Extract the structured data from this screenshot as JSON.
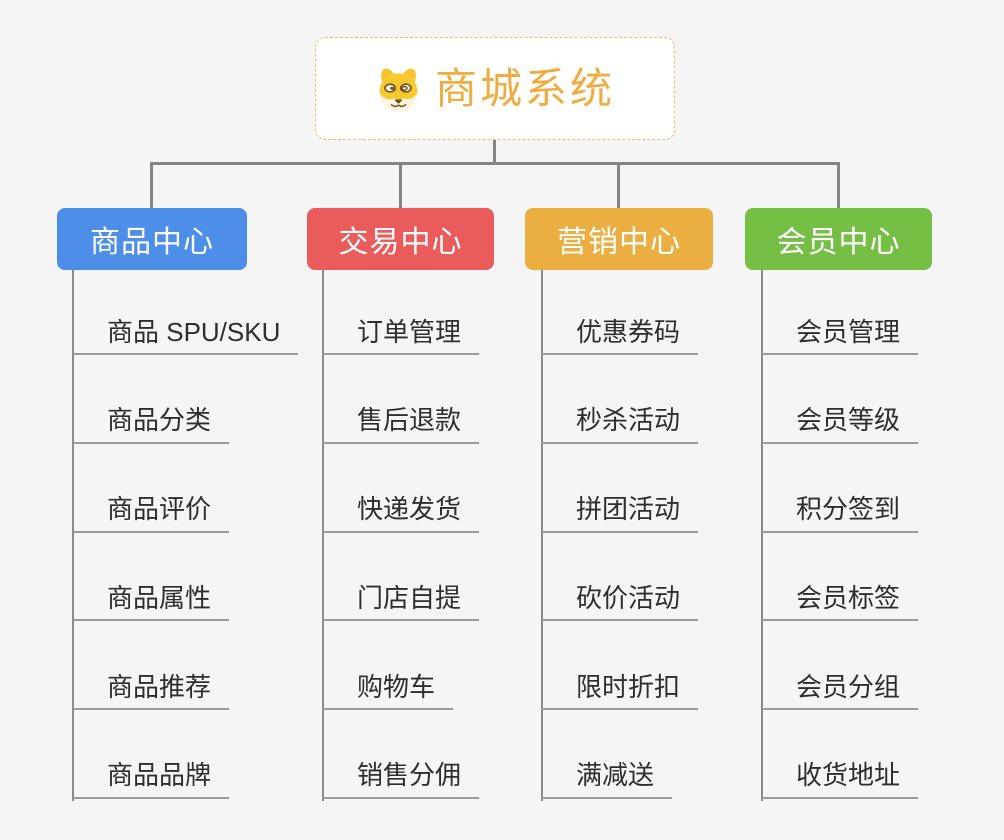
{
  "root": {
    "title": "商城系统",
    "icon": "doge-icon"
  },
  "branches": [
    {
      "title": "商品中心",
      "color": "#4d8fe8",
      "items": [
        "商品 SPU/SKU",
        "商品分类",
        "商品评价",
        "商品属性",
        "商品推荐",
        "商品品牌"
      ]
    },
    {
      "title": "交易中心",
      "color": "#e95c5b",
      "items": [
        "订单管理",
        "售后退款",
        "快递发货",
        "门店自提",
        "购物车",
        "销售分佣"
      ]
    },
    {
      "title": "营销中心",
      "color": "#ebae40",
      "items": [
        "优惠券码",
        "秒杀活动",
        "拼团活动",
        "砍价活动",
        "限时折扣",
        "满减送"
      ]
    },
    {
      "title": "会员中心",
      "color": "#74bf44",
      "items": [
        "会员管理",
        "会员等级",
        "积分签到",
        "会员标签",
        "会员分组",
        "收货地址"
      ]
    }
  ],
  "palette": {
    "background": "#f5f5f6",
    "root_border": "#f3be62",
    "root_title": "#f0ac41",
    "connector": "#858585",
    "column_line": "#8c8c8c",
    "underline": "#9b9b9b",
    "leaf_text": "#2e2e2e"
  }
}
